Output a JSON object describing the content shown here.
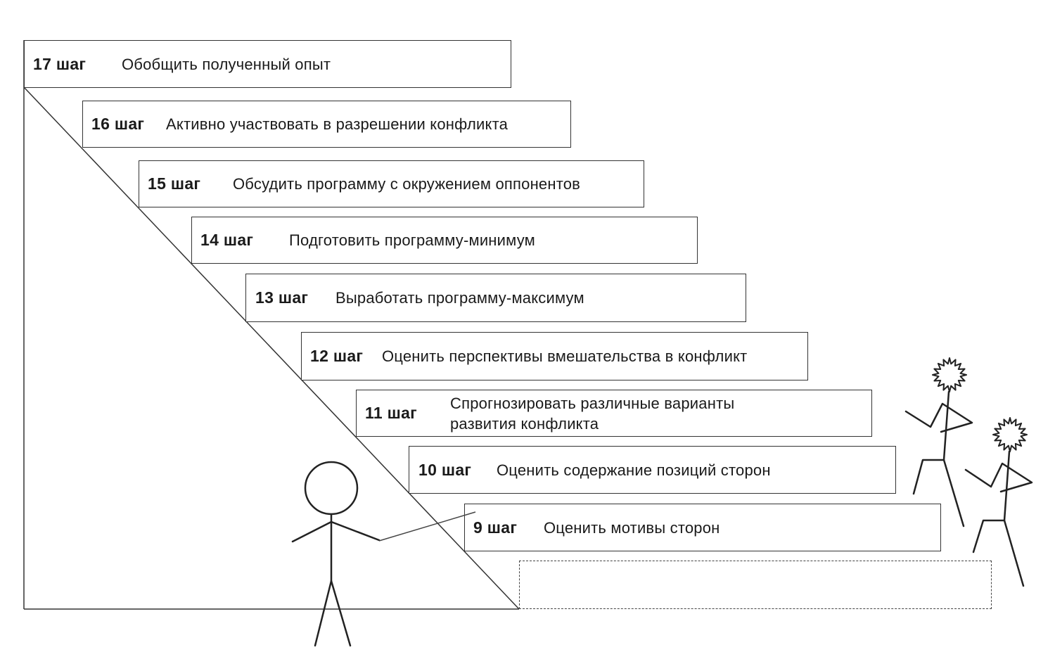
{
  "steps": [
    {
      "number": "17 шаг",
      "text": "Обобщить полученный опыт"
    },
    {
      "number": "16 шаг",
      "text": "Активно участвовать в разрешении конфликта"
    },
    {
      "number": "15 шаг",
      "text": "Обсудить программу с окружением оппонентов"
    },
    {
      "number": "14 шаг",
      "text": "Подготовить программу-минимум"
    },
    {
      "number": "13 шаг",
      "text": "Выработать программу-максимум"
    },
    {
      "number": "12 шаг",
      "text": "Оценить перспективы вмешательства в конфликт"
    },
    {
      "number": "11 шаг",
      "text": "Спрогнозировать различные варианты развития конфликта"
    },
    {
      "number": "10 шаг",
      "text": "Оценить содержание позиций сторон"
    },
    {
      "number": "9 шаг",
      "text": "Оценить мотивы сторон"
    }
  ]
}
